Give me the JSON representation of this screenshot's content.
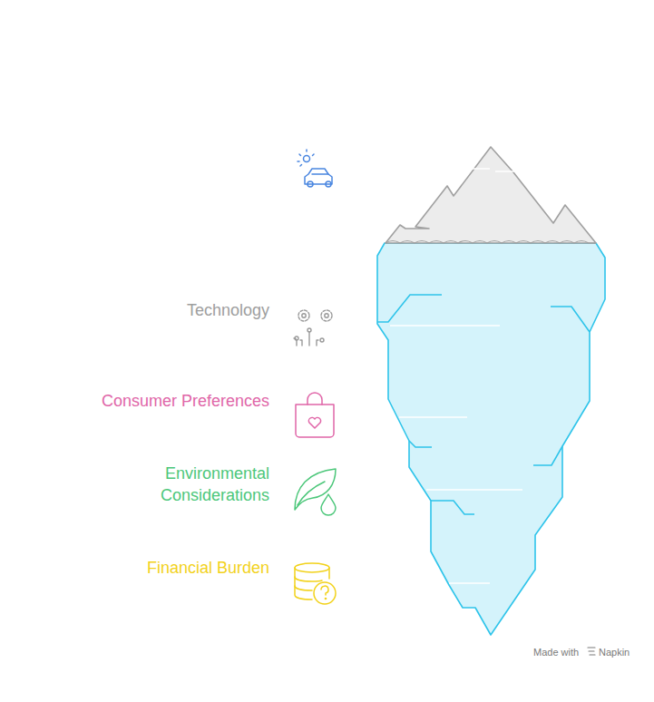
{
  "diagram": {
    "labels": [
      "Technology",
      "Consumer Preferences",
      "Environmental Considerations",
      "Financial Burden",
      "Made with",
      "Napkin"
    ]
  }
}
